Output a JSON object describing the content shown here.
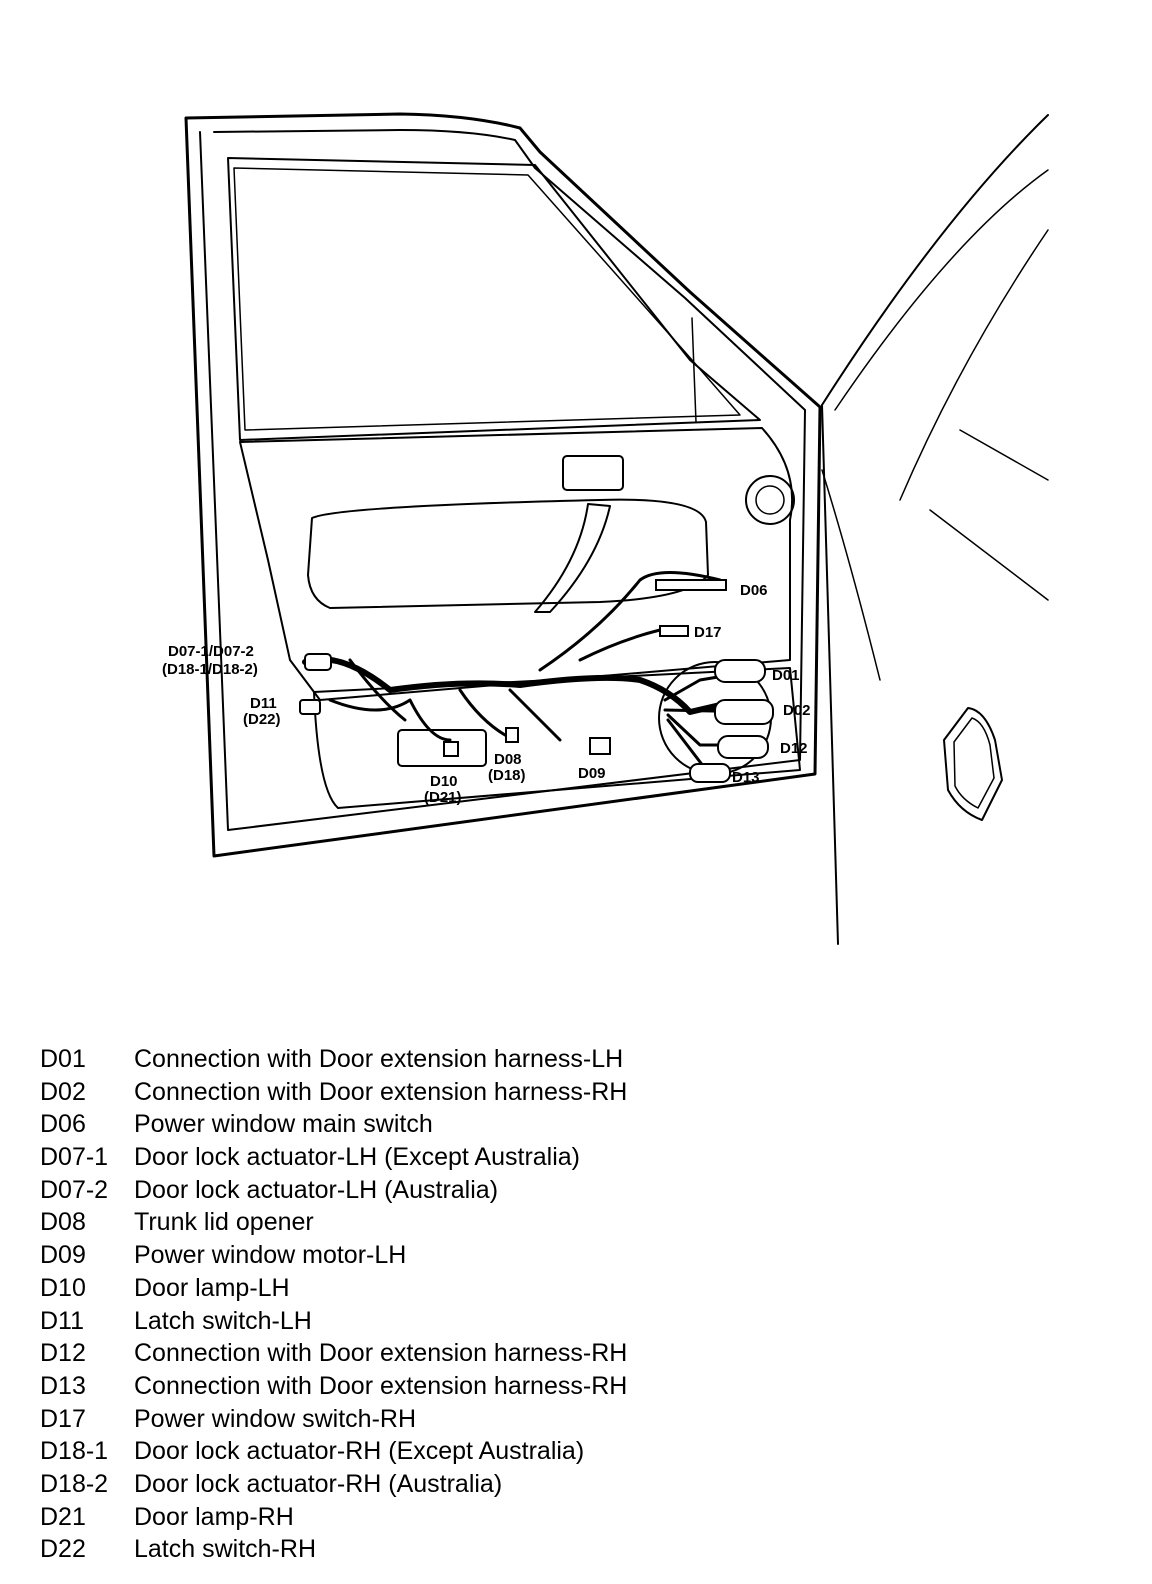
{
  "diagram": {
    "callouts": {
      "d07_top": "D07-1/D07-2",
      "d07_bottom": "(D18-1/D18-2)",
      "d11": "D11",
      "d22": "(D22)",
      "d10": "D10",
      "d21": "(D21)",
      "d08": "D08",
      "d18": "(D18)",
      "d09": "D09",
      "d06": "D06",
      "d17": "D17",
      "d01": "D01",
      "d02": "D02",
      "d12": "D12",
      "d13": "D13"
    }
  },
  "legend": [
    {
      "code": "D01",
      "desc": "Connection with Door extension harness-LH"
    },
    {
      "code": "D02",
      "desc": "Connection with Door extension harness-RH"
    },
    {
      "code": "D06",
      "desc": "Power window main switch"
    },
    {
      "code": "D07-1",
      "desc": "Door lock actuator-LH (Except Australia)"
    },
    {
      "code": "D07-2",
      "desc": "Door lock actuator-LH (Australia)"
    },
    {
      "code": "D08",
      "desc": "Trunk lid opener"
    },
    {
      "code": "D09",
      "desc": "Power window motor-LH"
    },
    {
      "code": "D10",
      "desc": "Door lamp-LH"
    },
    {
      "code": "D11",
      "desc": "Latch switch-LH"
    },
    {
      "code": "D12",
      "desc": "Connection with Door extension harness-RH"
    },
    {
      "code": "D13",
      "desc": "Connection with Door extension harness-RH"
    },
    {
      "code": "D17",
      "desc": "Power window switch-RH"
    },
    {
      "code": "D18-1",
      "desc": "Door lock actuator-RH (Except Australia)"
    },
    {
      "code": "D18-2",
      "desc": "Door lock actuator-RH (Australia)"
    },
    {
      "code": "D21",
      "desc": "Door lamp-RH"
    },
    {
      "code": "D22",
      "desc": "Latch switch-RH"
    }
  ]
}
